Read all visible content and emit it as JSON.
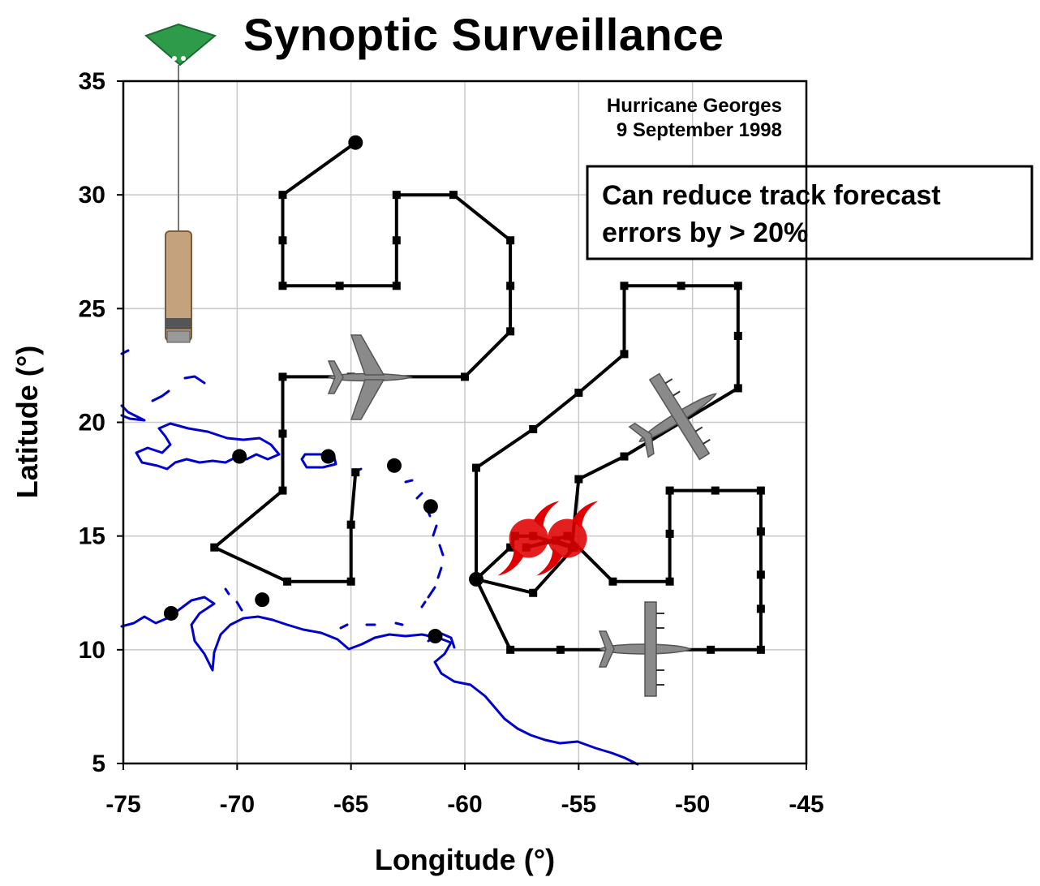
{
  "chart_data": {
    "type": "line",
    "title": "Synoptic Surveillance",
    "xlabel": "Longitude (°)",
    "ylabel": "Latitude (°)",
    "xlim": [
      -75,
      -45
    ],
    "ylim": [
      5,
      35
    ],
    "xticks": [
      -75,
      -70,
      -65,
      -60,
      -55,
      -50,
      -45
    ],
    "yticks": [
      5,
      10,
      15,
      20,
      25,
      30,
      35
    ],
    "grid": true,
    "annotations": {
      "storm_name": "Hurricane Georges",
      "date": "9 September 1998",
      "callout_line1": "Can reduce track forecast",
      "callout_line2": "errors by > 20%"
    },
    "series": [
      {
        "points": [
          [
            -64.8,
            32.3
          ],
          [
            -68,
            30
          ],
          [
            -68,
            28
          ],
          [
            -68,
            26
          ],
          [
            -65.5,
            26
          ],
          [
            -63,
            26
          ],
          [
            -63,
            28
          ],
          [
            -63,
            30
          ],
          [
            -60.5,
            30
          ],
          [
            -58,
            28
          ],
          [
            -58,
            26
          ],
          [
            -58,
            24
          ],
          [
            -60,
            22
          ],
          [
            -65,
            22
          ],
          [
            -68,
            22
          ],
          [
            -68,
            19.5
          ],
          [
            -68,
            17
          ],
          [
            -71,
            14.5
          ],
          [
            -67.8,
            13
          ],
          [
            -65,
            13
          ],
          [
            -65,
            15.5
          ],
          [
            -64.8,
            17.8
          ]
        ]
      },
      {
        "points": [
          [
            -59.5,
            13.1
          ],
          [
            -59.5,
            18
          ],
          [
            -57,
            19.7
          ],
          [
            -55,
            21.3
          ],
          [
            -53,
            23
          ],
          [
            -53,
            26
          ],
          [
            -50.5,
            26
          ],
          [
            -48,
            26
          ],
          [
            -48,
            23.8
          ],
          [
            -48,
            21.5
          ],
          [
            -53,
            18.5
          ],
          [
            -55,
            17.5
          ],
          [
            -55.3,
            14.5
          ],
          [
            -57,
            15
          ],
          [
            -57.8,
            15
          ],
          [
            -58,
            14.5
          ],
          [
            -59.5,
            13.1
          ],
          [
            -58,
            10
          ],
          [
            -55.8,
            10
          ],
          [
            -52,
            10
          ],
          [
            -49.2,
            10
          ],
          [
            -47,
            10
          ],
          [
            -47,
            11.8
          ],
          [
            -47,
            13.3
          ],
          [
            -47,
            15.2
          ],
          [
            -47,
            17
          ],
          [
            -49,
            17
          ],
          [
            -51,
            17
          ],
          [
            -51,
            15.1
          ],
          [
            -51,
            13
          ],
          [
            -53.5,
            13
          ],
          [
            -55.5,
            15
          ],
          [
            -57.3,
            14.5
          ],
          [
            -56,
            14.8
          ],
          [
            -55.2,
            14.5
          ],
          [
            -57,
            12.5
          ],
          [
            -59.5,
            13.1
          ]
        ]
      }
    ],
    "markers": [
      [
        -64.8,
        32.3
      ],
      [
        -69.9,
        18.5
      ],
      [
        -66,
        18.5
      ],
      [
        -63.1,
        18.1
      ],
      [
        -61.5,
        16.3
      ],
      [
        -68.9,
        12.2
      ],
      [
        -72.9,
        11.6
      ],
      [
        -61.3,
        10.6
      ],
      [
        -59.5,
        13.1
      ]
    ],
    "storm_positions": [
      [
        -57.2,
        14.9
      ],
      [
        -55.5,
        14.9
      ]
    ],
    "colors": {
      "track": "#000000",
      "coastline": "#0000cc",
      "hurricane": "#e00000",
      "aircraft": "#8a8a8a",
      "grid": "#c8c8c8",
      "dropsonde_parachute": "#2e9b4a",
      "dropsonde_body": "#c4a27e"
    }
  }
}
